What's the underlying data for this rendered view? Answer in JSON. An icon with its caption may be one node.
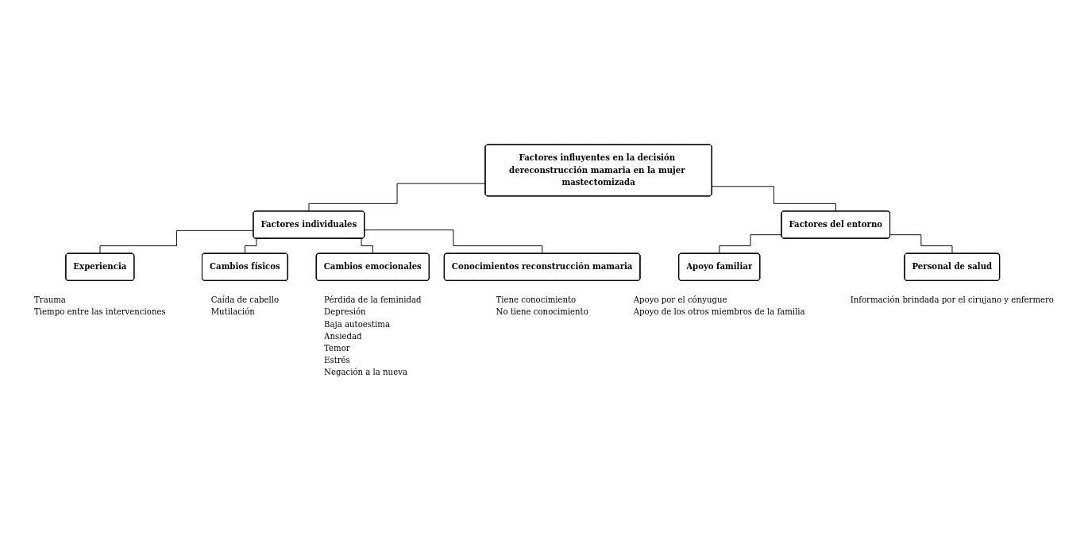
{
  "diagram": {
    "nodes": [
      {
        "text": [
          "Factores influyentes en la decisión dereconstrucción mamaria en la mujer mastectomizada"
        ]
      },
      {
        "text": [
          "Factores individuales"
        ]
      },
      {
        "text": [
          "Factores del entorno"
        ]
      },
      {
        "text": [
          "Experiencia"
        ],
        "beside": [
          "Trauma",
          "Tiempo entre las intervenciones"
        ]
      },
      {
        "text": [
          "Cambios físicos"
        ],
        "beside": [
          "Caída de cabello",
          "Mutilación"
        ]
      },
      {
        "text": [
          "Cambios emocionales"
        ],
        "beside": [
          "Pérdida de la feminidad",
          "Depresión",
          "Baja autoestima",
          "Ansiedad",
          "Temor",
          "Estrés",
          "Negación a la nueva"
        ]
      },
      {
        "text": [
          "Conocimientos reconstrucción mamaria"
        ],
        "beside": [
          "Tiene conocimiento",
          "No tiene conocimiento"
        ]
      },
      {
        "text": [
          "Apoyo familiar"
        ],
        "beside": [
          "Apoyo por el cónyugue",
          "Apoyo de los otros miembros de la familia"
        ]
      },
      {
        "text": [
          "Personal de salud"
        ],
        "beside": [
          "Información brindada por el cirujano y enfermero"
        ]
      }
    ],
    "edges": [
      {
        "from": 0,
        "to": 1,
        "arrow": "none"
      },
      {
        "from": 0,
        "to": 2,
        "arrow": "none"
      },
      {
        "from": 1,
        "to": 3,
        "arrow": "none"
      },
      {
        "from": 1,
        "to": 4,
        "arrow": "none"
      },
      {
        "from": 1,
        "to": 5,
        "arrow": "none"
      },
      {
        "from": 1,
        "to": 6,
        "arrow": "none"
      },
      {
        "from": 2,
        "to": 7,
        "arrow": "none"
      },
      {
        "from": 2,
        "to": 8,
        "arrow": "none"
      }
    ]
  }
}
